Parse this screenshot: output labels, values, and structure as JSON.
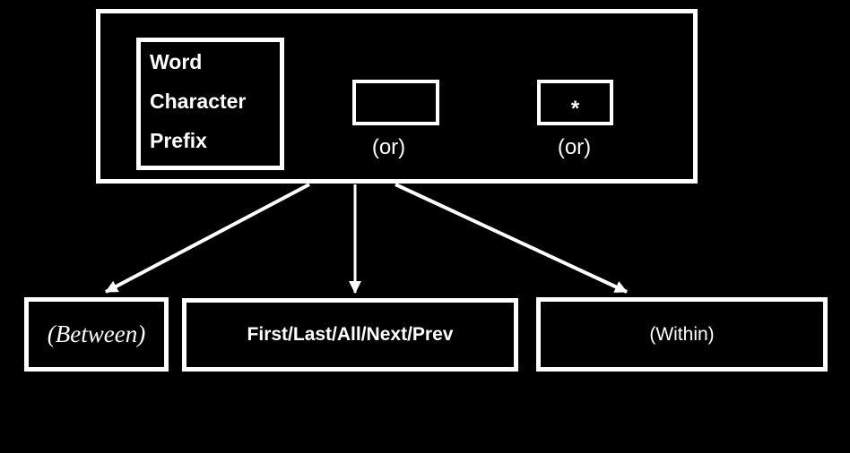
{
  "colors": {
    "background": "#000000",
    "foreground": "#ffffff"
  },
  "top_panel": {
    "type_box": {
      "lines": [
        "Word",
        "Character",
        "Prefix"
      ]
    },
    "empty_option_box": {
      "label": ""
    },
    "star_option_box": {
      "label": "*"
    },
    "or_labels": [
      "(or)",
      "(or)"
    ]
  },
  "bottom_boxes": [
    {
      "label": "(Between)"
    },
    {
      "label": "First/Last/All/Next/Prev"
    },
    {
      "label": "(Within)"
    }
  ]
}
